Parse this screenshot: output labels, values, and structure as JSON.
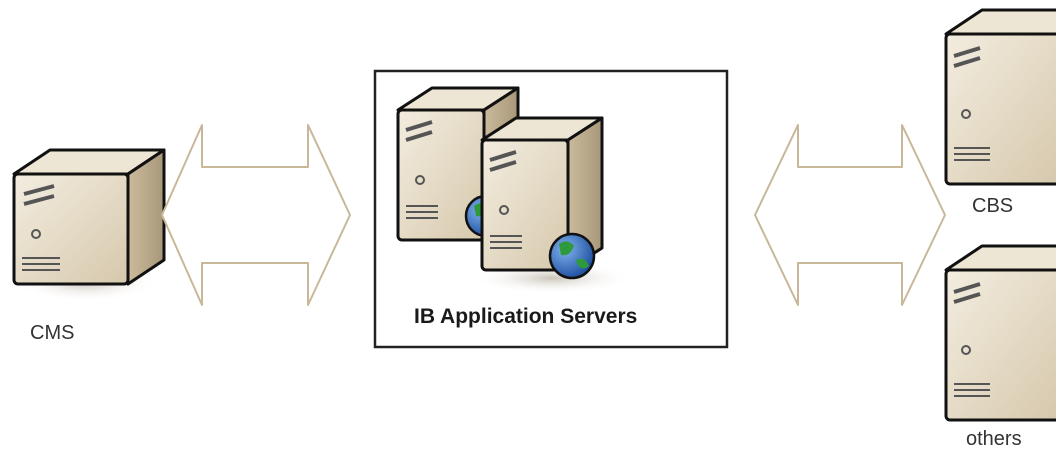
{
  "diagram": {
    "nodes": {
      "cms": {
        "label": "CMS",
        "icon": "server-icon"
      },
      "app_servers": {
        "label": "IB Application Servers",
        "icon": "web-server-icon"
      },
      "cbs": {
        "label": "CBS",
        "icon": "server-icon"
      },
      "others": {
        "label": "others",
        "icon": "server-icon"
      }
    },
    "connectors": [
      {
        "from": "cms",
        "to": "app_servers",
        "style": "double-headed hollow arrow"
      },
      {
        "from": "app_servers",
        "to": "cbs/others",
        "style": "double-headed hollow arrow"
      }
    ],
    "colors": {
      "server_body": "#e2d6c0",
      "server_shadow": "#b5a68c",
      "arrow_stroke": "#c8b898",
      "globe_blue": "#2b5fb0",
      "globe_green": "#2f9a3c",
      "box_border": "#222222"
    }
  }
}
